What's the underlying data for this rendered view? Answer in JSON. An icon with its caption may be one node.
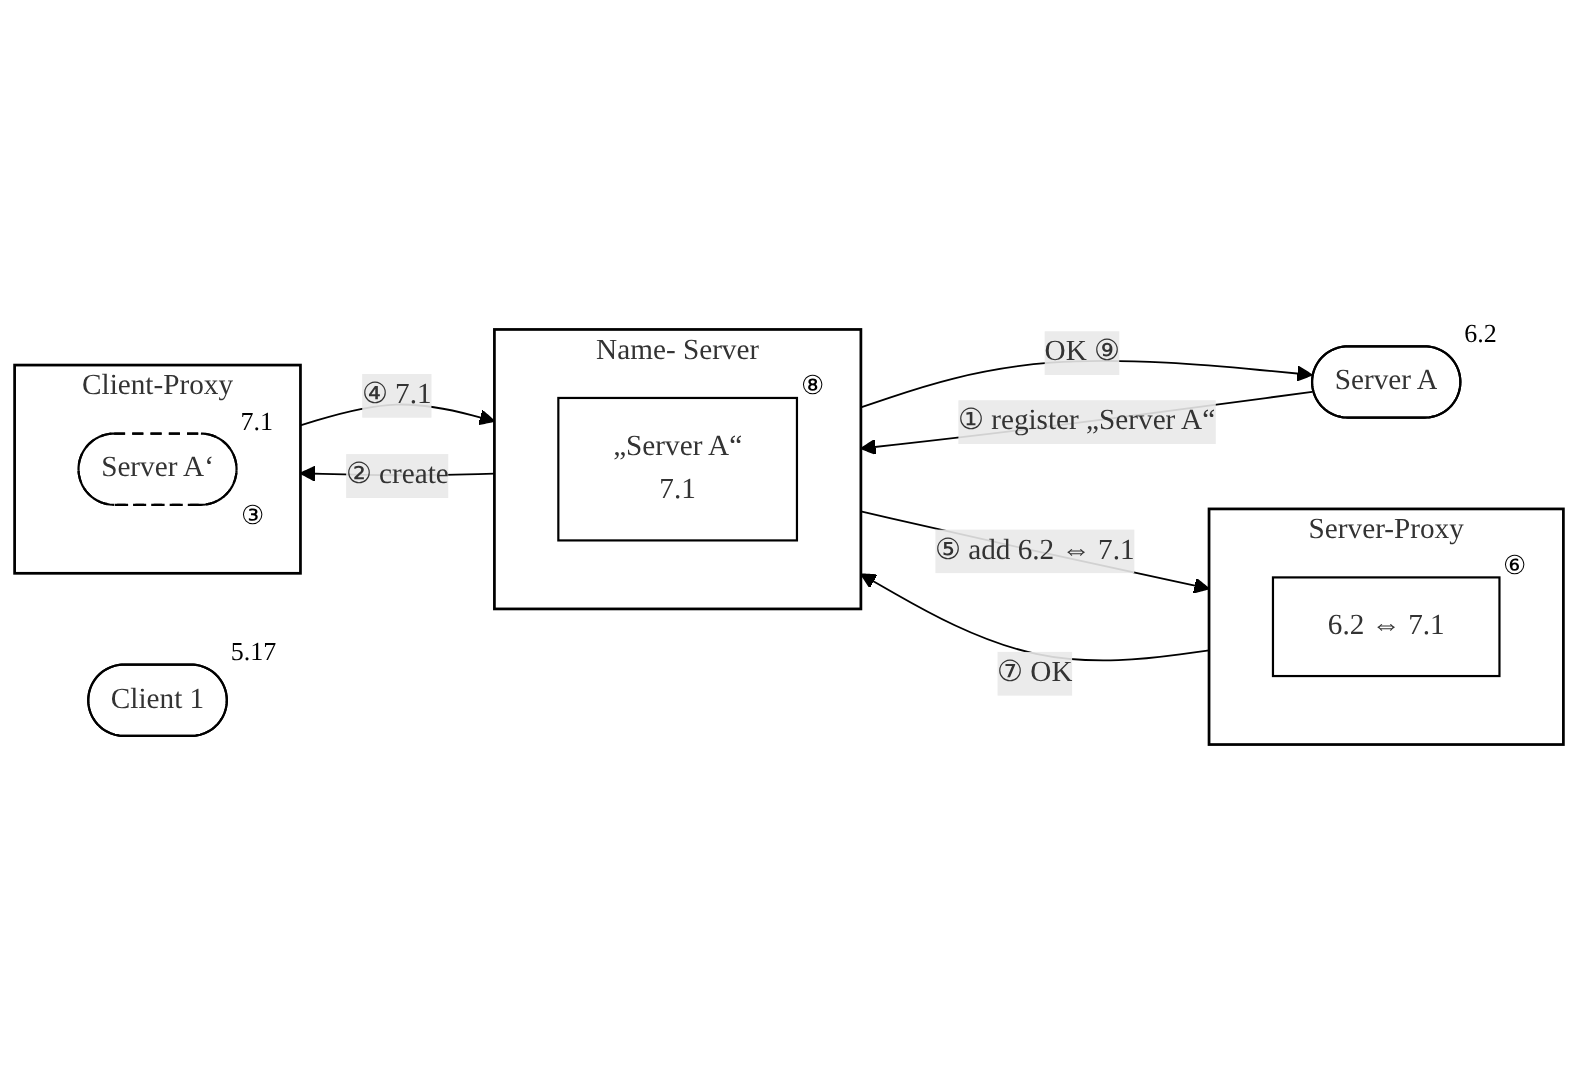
{
  "diagram": {
    "nodes": [
      {
        "text": [
          "Server A"
        ],
        "beside": [
          "6.2"
        ]
      },
      {
        "text": [
          "Name- Server"
        ]
      },
      {
        "text": [
          "„Server A“",
          "7.1"
        ],
        "in": 1,
        "beside": [
          "⑧"
        ]
      },
      {
        "text": [
          "Server-Proxy"
        ]
      },
      {
        "text": [
          "6.2 ⇔ 7.1"
        ],
        "in": 3,
        "beside": [
          "⑥"
        ]
      },
      {
        "text": [
          "Client-Proxy"
        ]
      },
      {
        "text": [
          "Server A‘"
        ],
        "in": 5,
        "beside": [
          "7.1",
          "③"
        ]
      },
      {
        "text": [
          "Client 1"
        ],
        "beside": [
          "5.17"
        ]
      }
    ],
    "edges": [
      {
        "from": 0,
        "to": 1,
        "arrow": "to",
        "label": "① register „Server A“"
      },
      {
        "from": 1,
        "to": 0,
        "arrow": "to",
        "label": "OK ⑨"
      },
      {
        "from": 1,
        "to": 3,
        "arrow": "to",
        "label": "⑤ add 6.2 ⇔ 7.1"
      },
      {
        "from": 3,
        "to": 1,
        "arrow": "to",
        "label": "⑦ OK"
      },
      {
        "from": 1,
        "to": 5,
        "arrow": "to",
        "label": "② create"
      },
      {
        "from": 5,
        "to": 1,
        "arrow": "to",
        "label": "④ 7.1"
      }
    ]
  }
}
